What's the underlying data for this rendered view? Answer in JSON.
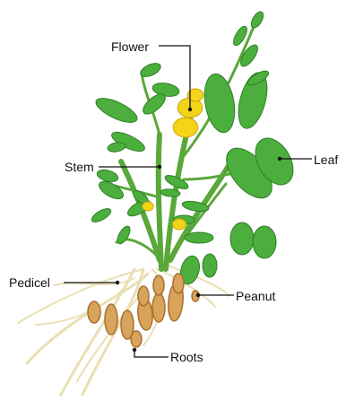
{
  "diagram": {
    "labels": {
      "flower": "Flower",
      "leaf": "Leaf",
      "stem": "Stem",
      "pedicel": "Pedicel",
      "peanut": "Peanut",
      "roots": "Roots"
    },
    "colors": {
      "leaf": "#4cae3c",
      "leaf_dark": "#2f7f27",
      "stem": "#5aa83a",
      "flower": "#f4d418",
      "root": "#e9dfb4",
      "pod": "#d8a35a",
      "pod_dark": "#a8702f",
      "leader": "#111111"
    }
  }
}
